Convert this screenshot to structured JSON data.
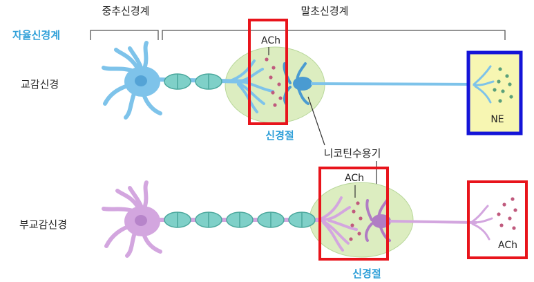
{
  "header": {
    "cns": "중추신경계",
    "pns": "말초신경계",
    "autonomic": "자율신경계"
  },
  "rows": {
    "sympathetic": {
      "label": "교감신경",
      "ganglion_transmitter": "ACh",
      "target_transmitter": "NE",
      "ganglion_label": "신경절"
    },
    "parasympathetic": {
      "label": "부교감신경",
      "ganglion_transmitter": "ACh",
      "target_transmitter": "ACh",
      "ganglion_label": "신경절"
    }
  },
  "receptor_label": "니코틴수용기",
  "colors": {
    "blue_neuron": "#7ec3ea",
    "blue_neuron_dark": "#4a9bd1",
    "purple_neuron": "#d3a6df",
    "purple_neuron_dark": "#b07cc4",
    "myelin": "#7fd0c8",
    "myelin_dark": "#4aa79c",
    "ganglion_fill": "#dcedc0",
    "ne_box_fill": "#f7f6b2",
    "accent_label": "#2e9fd8",
    "highlight_red": "#e8141b",
    "highlight_blue": "#1414d8",
    "vesicle": "#c05a7d",
    "ne_vesicle": "#5aa07a"
  }
}
